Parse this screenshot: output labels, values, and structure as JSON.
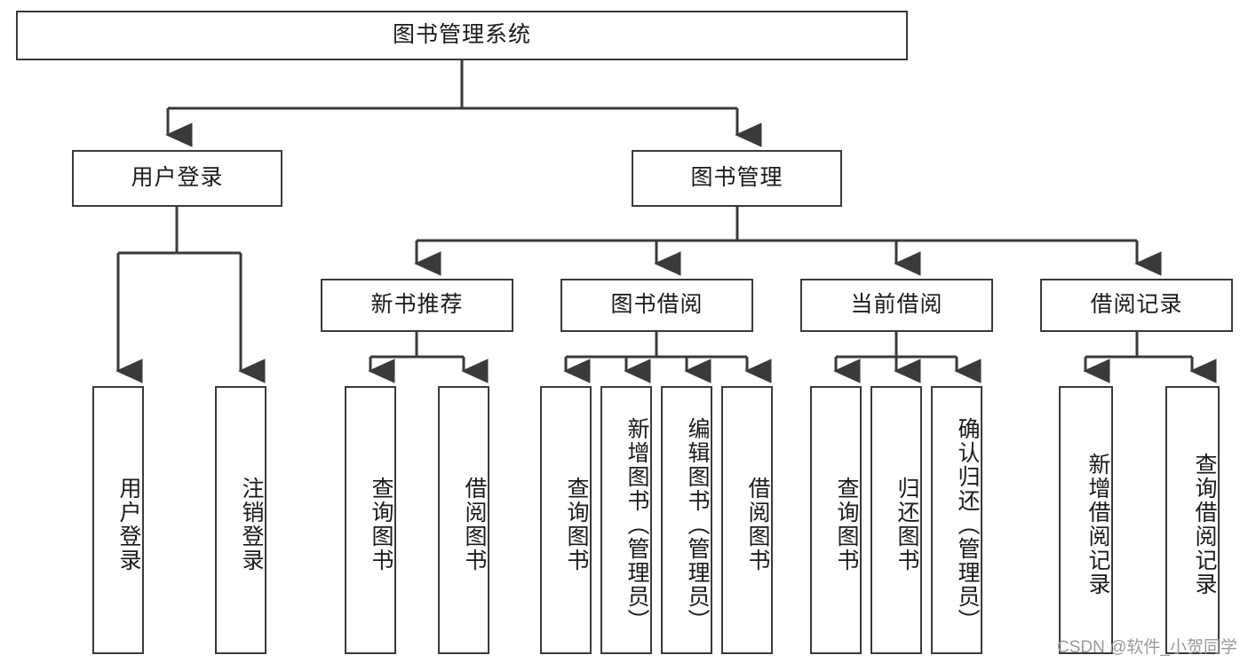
{
  "diagram": {
    "type": "tree-hierarchy-chart",
    "title_node": {
      "label": "图书管理系统"
    },
    "level2": [
      {
        "label": "用户登录"
      },
      {
        "label": "图书管理"
      }
    ],
    "level3": [
      {
        "label": "新书推荐"
      },
      {
        "label": "图书借阅"
      },
      {
        "label": "当前借阅"
      },
      {
        "label": "借阅记录"
      }
    ],
    "leaves": {
      "user_login": [
        {
          "label": "用户登录"
        },
        {
          "label": "注销登录"
        }
      ],
      "new_book_recommend": [
        {
          "label": "查询图书"
        },
        {
          "label": "借阅图书"
        }
      ],
      "book_borrow": [
        {
          "label": "查询图书"
        },
        {
          "label": "新增图书（管理员）"
        },
        {
          "label": "编辑图书（管理员）"
        },
        {
          "label": "借阅图书"
        }
      ],
      "current_borrow": [
        {
          "label": "查询图书"
        },
        {
          "label": "归还图书"
        },
        {
          "label": "确认归还（管理员）"
        }
      ],
      "borrow_record": [
        {
          "label": "新增借阅记录"
        },
        {
          "label": "查询借阅记录"
        }
      ]
    }
  },
  "watermark": {
    "text": "CSDN @软件_小贺同学"
  },
  "colors": {
    "stroke": "#3a3a3a",
    "text": "#1a1a1a",
    "background": "#ffffff",
    "watermark": "#9a9a9a"
  }
}
